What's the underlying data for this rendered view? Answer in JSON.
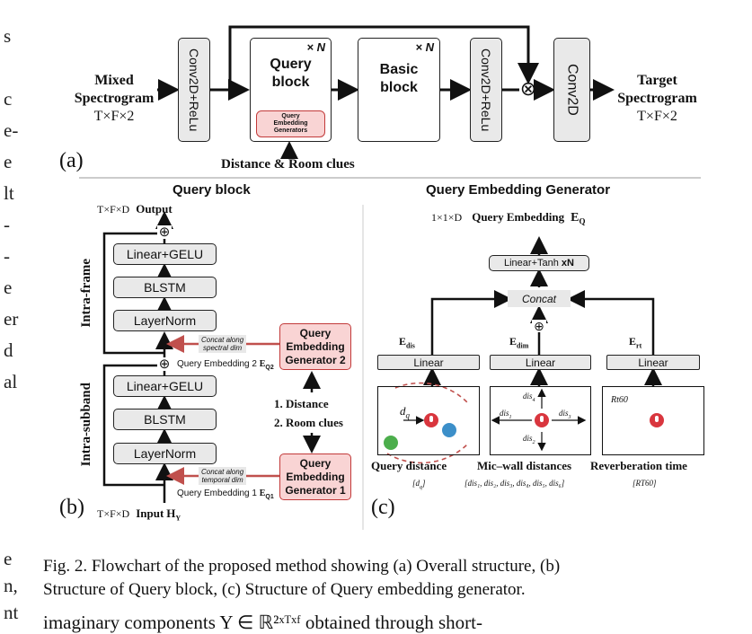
{
  "left_margin_fragments": [
    "s",
    "c",
    "e-",
    "e",
    "lt",
    "-",
    "-",
    "e",
    "er",
    "d",
    "al",
    "e",
    "n,",
    "nt"
  ],
  "panel_a": {
    "label": "(a)",
    "input_label_1": "Mixed",
    "input_label_2": "Spectrogram",
    "input_dims": "T×F×2",
    "conv_relu_1": "Conv2D+ReLu",
    "query_block": "Query block",
    "query_block_line1": "Query",
    "query_block_line2": "block",
    "qeg_small_1": "Query",
    "qeg_small_2": "Embedding",
    "qeg_small_3": "Generators",
    "repeat_n": "× N",
    "basic_line1": "Basic",
    "basic_line2": "block",
    "conv_relu_2": "Conv2D+ReLu",
    "multiply_symbol": "⊗",
    "conv2d": "Conv2D",
    "output_label_1": "Target",
    "output_label_2": "Spectrogram",
    "output_dims": "T×F×2",
    "clues": "Distance & Room clues"
  },
  "panel_b": {
    "title": "Query block",
    "label": "(b)",
    "output_dims": "T×F×D",
    "output_label": "Output",
    "input_dims": "T×F×D",
    "input_label": "Input",
    "input_var": "H",
    "input_var_sub": "Y",
    "intra_frame": "Intra-frame",
    "intra_subband": "Intra-subband",
    "top_linear": "Linear+GELU",
    "top_blstm": "BLSTM",
    "top_layernorm": "LayerNorm",
    "bot_linear": "Linear+GELU",
    "bot_blstm": "BLSTM",
    "bot_layernorm": "LayerNorm",
    "plus": "⊕",
    "concat_spectral_1": "Concat along",
    "concat_spectral_2": "spectral dim",
    "concat_temporal_1": "Concat along",
    "concat_temporal_2": "temporal dim",
    "qe2_label": "Query Embedding 2",
    "qe2_var": "E",
    "qe2_sub": "Q2",
    "qe1_label": "Query Embedding 1",
    "qe1_var": "E",
    "qe1_sub": "Q1",
    "gen2_1": "Query",
    "gen2_2": "Embedding",
    "gen2_3": "Generator 2",
    "gen1_1": "Query",
    "gen1_2": "Embedding",
    "gen1_3": "Generator 1",
    "clue_1": "1. Distance",
    "clue_2": "2. Room clues"
  },
  "panel_c": {
    "title": "Query Embedding Generator",
    "label": "(c)",
    "out_dims": "1×1×D",
    "out_label": "Query Embedding",
    "out_var": "E",
    "out_sub": "Q",
    "linear_tanh": "Linear+Tanh",
    "linear_tanh_n": "xN",
    "concat": "Concat",
    "plus": "⊕",
    "e_dis": "E",
    "e_dis_sub": "dis",
    "e_dim": "E",
    "e_dim_sub": "dim",
    "e_rt": "E",
    "e_rt_sub": "rt",
    "linear_1": "Linear",
    "linear_2": "Linear",
    "linear_3": "Linear",
    "dq": "d",
    "dq_sub": "q",
    "dis_1": "dis",
    "dis_1_sub": "1",
    "dis_2": "dis",
    "dis_2_sub": "2",
    "dis_3": "dis",
    "dis_3_sub": "3",
    "dis_4": "dis",
    "dis_4_sub": "4",
    "rt60": "Rt60",
    "cap_dist": "Query distance",
    "cap_dist_sub": "[d",
    "cap_dist_sub_q": "q",
    "cap_dist_sub_end": "]",
    "cap_micwall": "Mic–wall distances",
    "cap_micwall_sub": "[dis₁, dis₂, dis₃, dis₄, dis₅, dis₆]",
    "cap_rev": "Reverberation time",
    "cap_rev_sub": "[RT60]"
  },
  "caption": {
    "line1": "Fig. 2.  Flowchart of the proposed method showing (a) Overall structure, (b)",
    "line2": "Structure of Query block, (c) Structure of Query embedding generator."
  },
  "bottom_fragment": "imaginary components Y ∈ ℝ²ˣᵀˣᶠ obtained through short-"
}
